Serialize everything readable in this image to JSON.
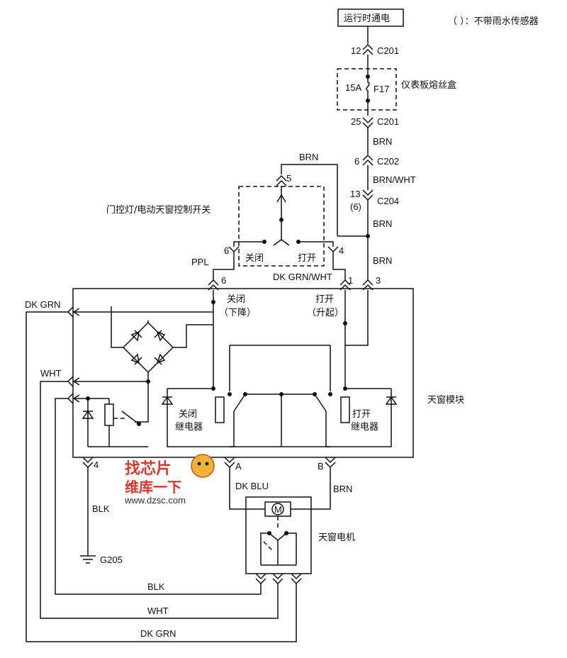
{
  "labels": {
    "run_power": "运行时通电",
    "note": "（ ）：不带雨水传感器",
    "fuse_box": "仪表板熔丝盒",
    "fuse_id": "F17",
    "fuse_amp": "15A",
    "switch_name": "门控灯/电动天窗控制开关",
    "close": "关闭",
    "open": "打开",
    "close_down": "关闭",
    "close_down2": "（下降）",
    "open_up": "打开",
    "open_up2": "（升起）",
    "close_relay1": "关闭",
    "close_relay2": "继电器",
    "open_relay1": "打开",
    "open_relay2": "继电器",
    "module": "天窗模块",
    "motor": "天窗电机",
    "motor_symbol": "M",
    "ground": "G205"
  },
  "connectors": {
    "c201_a": "C201",
    "pin12": "12",
    "c201_b": "C201",
    "pin25": "25",
    "c202": "C202",
    "pin6": "6",
    "c204": "C204",
    "pin13": "13",
    "pin13_alt": "(6)",
    "sw5": "5",
    "sw6": "6",
    "sw4": "4",
    "m6": "6",
    "m1": "1",
    "m3": "3",
    "m4": "4",
    "mA": "A",
    "mB": "B"
  },
  "wires": {
    "brn1": "BRN",
    "brn_wht": "BRN/WHT",
    "brn2": "BRN",
    "brn3": "BRN",
    "brn_top": "BRN",
    "ppl": "PPL",
    "dk_grn_wht": "DK GRN/WHT",
    "dk_grn_l": "DK GRN",
    "wht_l": "WHT",
    "blk_l": "BLK",
    "dk_blu": "DK BLU",
    "brn_b": "BRN",
    "blk_b": "BLK",
    "wht_b": "WHT",
    "dk_grn_b": "DK GRN"
  },
  "watermark": {
    "line1": "找芯片",
    "line2": "维库一下",
    "url": "www.dzsc.com"
  }
}
